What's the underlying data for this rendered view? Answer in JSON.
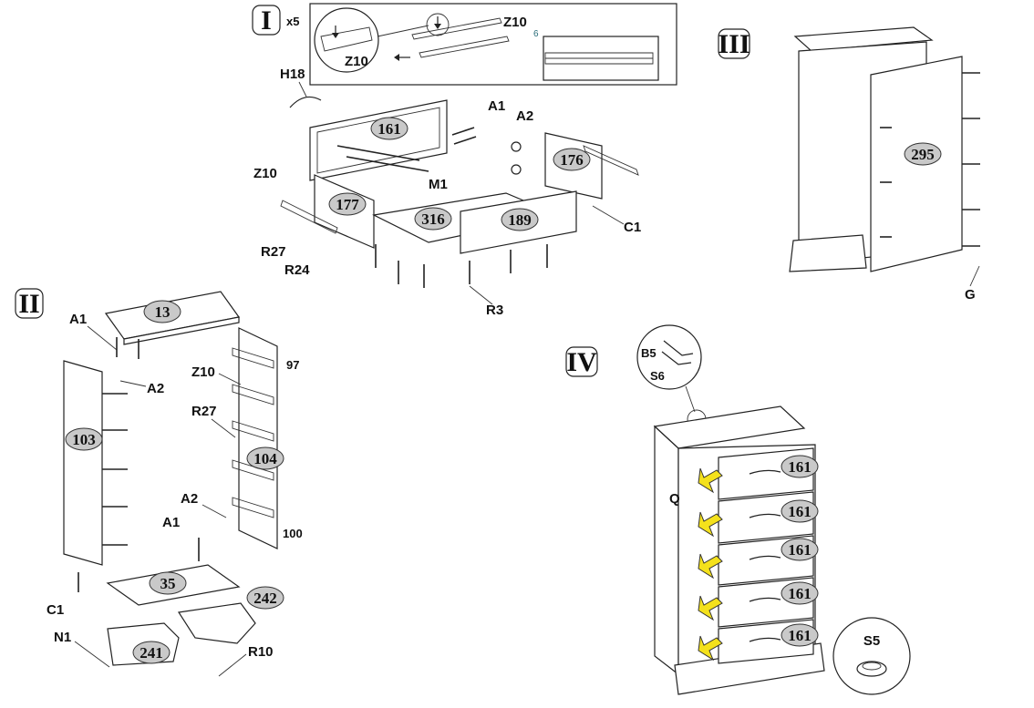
{
  "steps": {
    "I": {
      "roman": "I",
      "multiplier": "x5",
      "callout_small": "6",
      "labels": {
        "z10_top": "Z10",
        "z10_zoom": "Z10",
        "h18": "H18",
        "a1": "A1",
        "a2": "A2",
        "m1": "M1",
        "z10_side": "Z10",
        "r27": "R27",
        "r24": "R24",
        "c1": "C1",
        "r3": "R3"
      },
      "parts": {
        "p161": "161",
        "p176": "176",
        "p177": "177",
        "p316": "316",
        "p189": "189"
      }
    },
    "II": {
      "roman": "II",
      "labels": {
        "a1_top": "A1",
        "a2_top": "A2",
        "z10": "Z10",
        "r27": "R27",
        "a2_bottom": "A2",
        "a1_bottom": "A1",
        "c1": "C1",
        "n1": "N1",
        "r10": "R10",
        "n97": "97",
        "n100": "100"
      },
      "parts": {
        "p13": "13",
        "p103": "103",
        "p104": "104",
        "p35": "35",
        "p241": "241",
        "p242": "242"
      }
    },
    "III": {
      "roman": "III",
      "labels": {
        "g": "G"
      },
      "parts": {
        "p295": "295"
      }
    },
    "IV": {
      "roman": "IV",
      "labels": {
        "b5": "B5",
        "s6": "S6",
        "q": "Q",
        "s5": "S5"
      },
      "parts": {
        "d1": "161",
        "d2": "161",
        "d3": "161",
        "d4": "161",
        "d5": "161"
      }
    }
  },
  "colors": {
    "badge": "#c9c9c9",
    "arrow": "#f4e11c",
    "ink": "#222222"
  }
}
